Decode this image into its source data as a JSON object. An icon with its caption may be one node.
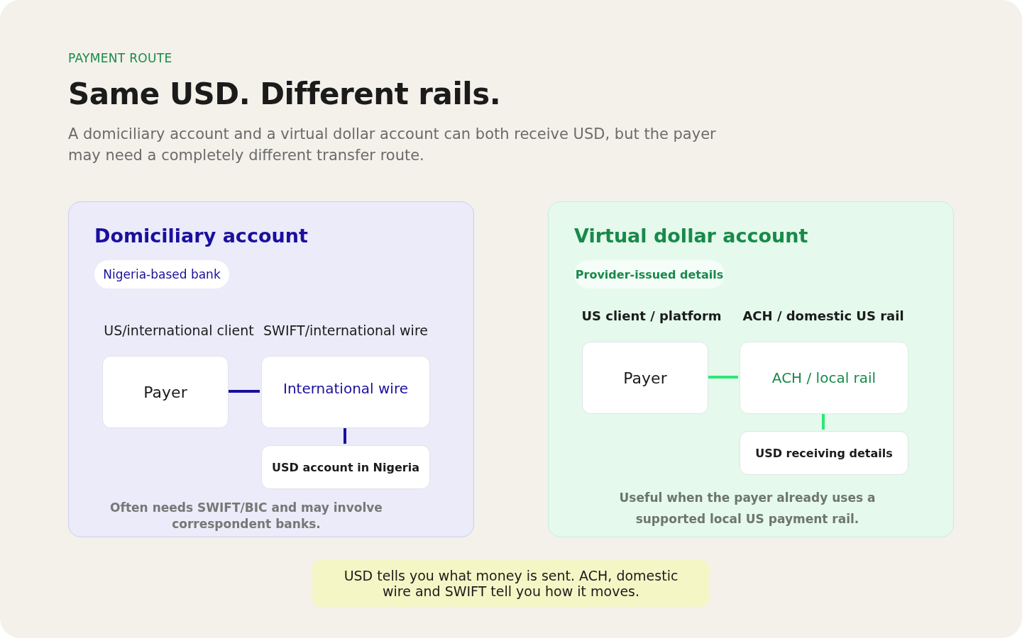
{
  "diagram": {
    "title": "Same USD. Different rails.",
    "nodes": [
      {
        "text": [
          "Domiciliary account",
          "Often needs SWIFT/BIC and may involve correspondent banks."
        ]
      },
      {
        "text": [
          "Nigeria-based bank"
        ],
        "in": 0
      },
      {
        "text": [
          "Payer"
        ],
        "in": 0,
        "beside": [
          "US/international client"
        ]
      },
      {
        "text": [
          "International wire"
        ],
        "in": 0,
        "beside": [
          "SWIFT/international wire"
        ]
      },
      {
        "text": [
          "USD account in Nigeria"
        ],
        "in": 0
      },
      {
        "text": [
          "Virtual dollar account",
          "Useful when the payer already uses a supported local US payment rail."
        ]
      },
      {
        "text": [
          "Provider-issued details"
        ],
        "in": 5
      },
      {
        "text": [
          "Payer"
        ],
        "in": 5,
        "beside": [
          "US client / platform"
        ]
      },
      {
        "text": [
          "ACH / local rail"
        ],
        "in": 5,
        "beside": [
          "ACH / domestic US rail"
        ]
      },
      {
        "text": [
          "USD receiving details"
        ],
        "in": 5
      },
      {
        "text": [
          "USD tells you what money is sent. ACH, domestic wire and SWIFT tell you how it moves."
        ]
      }
    ],
    "edges": [
      {
        "from": 2,
        "to": 3,
        "arrow": "none",
        "color": "#1a0f9e"
      },
      {
        "from": 3,
        "to": 4,
        "arrow": "none",
        "color": "#1a0f9e"
      },
      {
        "from": 7,
        "to": 8,
        "arrow": "none",
        "color": "#2ee67a"
      },
      {
        "from": 8,
        "to": 9,
        "arrow": "none",
        "color": "#2ee67a"
      }
    ],
    "labels": [
      "PAYMENT ROUTE",
      "A domiciliary account and a virtual dollar account can both receive USD, but the payer may need a completely different transfer route."
    ]
  }
}
